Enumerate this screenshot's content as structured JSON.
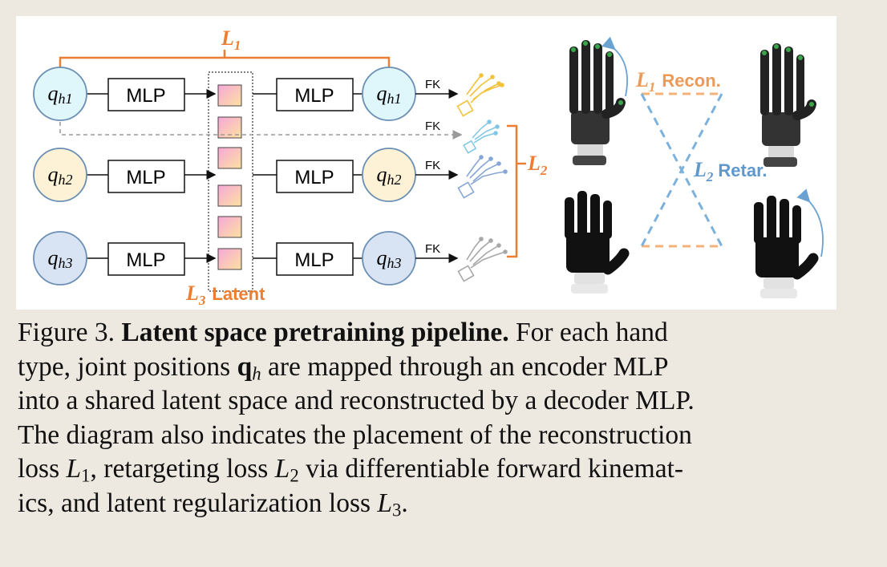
{
  "diagram": {
    "top_bracket_label": {
      "base": "L",
      "sub": "1"
    },
    "rows": [
      {
        "input": {
          "base": "q",
          "sub": "h1"
        },
        "output": {
          "base": "q",
          "sub": "h1"
        },
        "color": "#dff6fb"
      },
      {
        "input": {
          "base": "q",
          "sub": "h2"
        },
        "output": {
          "base": "q",
          "sub": "h2"
        },
        "color": "#fdf1d6"
      },
      {
        "input": {
          "base": "q",
          "sub": "h3"
        },
        "output": {
          "base": "q",
          "sub": "h3"
        },
        "color": "#d8e3f3"
      }
    ],
    "encoder_label": "MLP",
    "decoder_label": "MLP",
    "fk_label": "FK",
    "latent_label": {
      "base": "L",
      "sub": "3",
      "text": "Latent"
    },
    "side_bracket_label": {
      "base": "L",
      "sub": "2"
    },
    "recon_label": {
      "base": "L",
      "sub": "1",
      "text": "Recon."
    },
    "retar_label": {
      "base": "L",
      "sub": "2",
      "text": "Retar."
    },
    "colors": {
      "orange": "#ec7e34",
      "blue": "#6aa2d2",
      "gray": "#9a9a9a"
    }
  },
  "caption": {
    "prefix": "Figure 3.",
    "title": "Latent space pretraining pipeline.",
    "line1_rest": "For each hand",
    "line2_a": "type, joint positions",
    "qh_base": "q",
    "qh_sub": "h",
    "line2_b": "are mapped through an encoder MLP",
    "line3": "into a shared latent space and reconstructed by a decoder MLP.",
    "line4": "The diagram also indicates the placement of the reconstruction",
    "line5_a": "loss",
    "L1_base": "L",
    "L1_sub": "1",
    "line5_b": ", retargeting loss",
    "L2_base": "L",
    "L2_sub": "2",
    "line5_c": "via differentiable forward kinemat-",
    "line6_a": "ics, and latent regularization loss",
    "L3_base": "L",
    "L3_sub": "3",
    "line6_b": "."
  }
}
